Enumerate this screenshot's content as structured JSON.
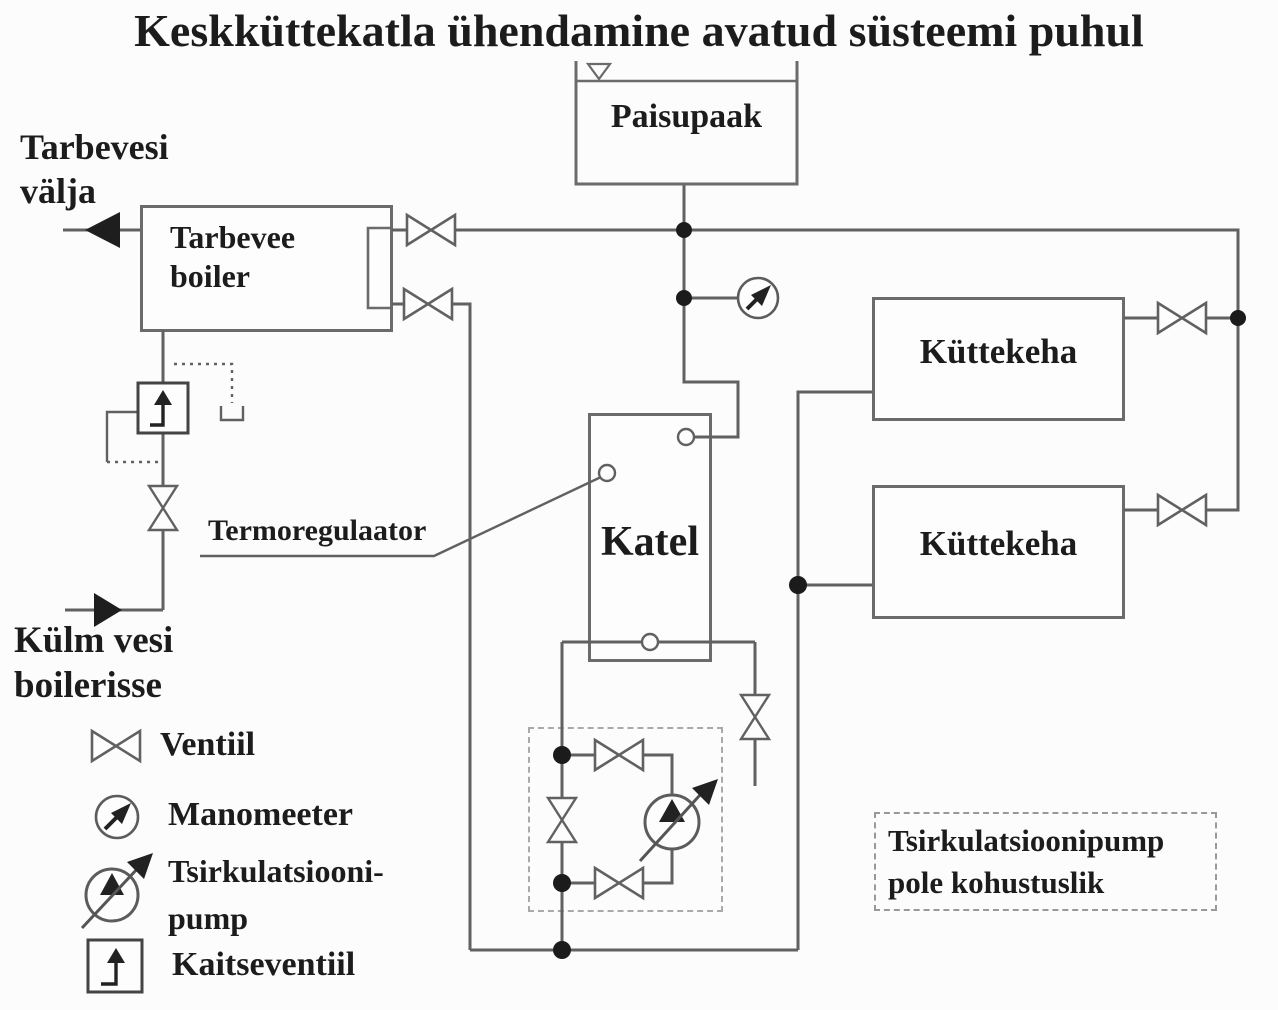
{
  "title": "Keskküttekatla ühendamine avatud süsteemi puhul",
  "labels": {
    "hot_water_out": {
      "line1": "Tarbevesi",
      "line2": "välja"
    },
    "cold_water_in": {
      "line1": "Külm vesi",
      "line2": "boilerisse"
    },
    "thermoregulator": "Termoregulaator"
  },
  "components": {
    "expansion_tank": "Paisupaak",
    "dhw_boiler": {
      "line1": "Tarbevee",
      "line2": "boiler"
    },
    "boiler": "Katel",
    "radiator": "Küttekeha"
  },
  "legend": {
    "valve": "Ventiil",
    "manometer": "Manomeeter",
    "circulation_pump": {
      "line1": "Tsirkulatsiooni-",
      "line2": "pump"
    },
    "safety_valve": "Kaitseventiil"
  },
  "note": {
    "line1": "Tsirkulatsioonipump",
    "line2": "pole kohustuslik"
  },
  "colors": {
    "line": "#616161",
    "text": "#1c1c1c",
    "background": "#fcfcfc"
  }
}
